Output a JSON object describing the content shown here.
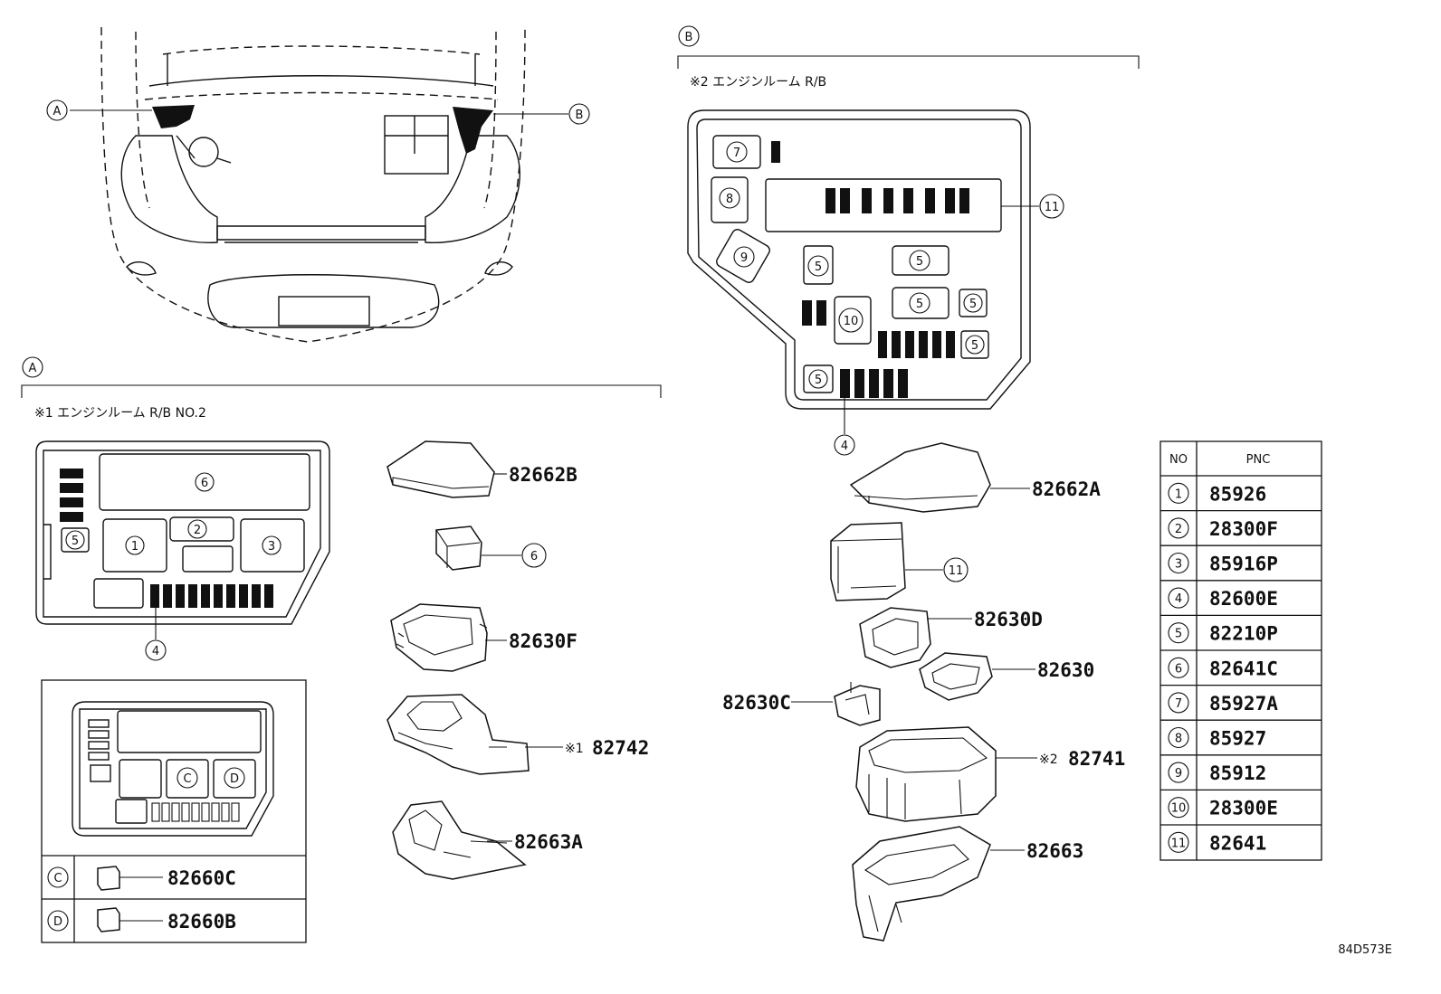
{
  "markers": {
    "A": "A",
    "B": "B",
    "C": "C",
    "D": "D"
  },
  "section_a": {
    "title": "※1 エンジンルーム R/B NO.2"
  },
  "section_b": {
    "title": "※2 エンジンルーム R/B"
  },
  "box_a_labels": {
    "n6": "6",
    "n5": "5",
    "n2": "2",
    "n1": "1",
    "n3": "3",
    "n4": "4"
  },
  "box_b_labels": {
    "n7": "7",
    "n8": "8",
    "n9": "9",
    "n5": "5",
    "n10": "10",
    "n11": "11",
    "n4": "4"
  },
  "parts_a": {
    "p82662B": "82662B",
    "c6": "6",
    "p82630F": "82630F",
    "mark1": "※1",
    "p82742": "82742",
    "p82663A": "82663A"
  },
  "parts_b": {
    "p82662A": "82662A",
    "c11": "11",
    "p82630D": "82630D",
    "p82630": "82630",
    "p82630C": "82630C",
    "mark2": "※2",
    "p82741": "82741",
    "p82663": "82663"
  },
  "cd_table": {
    "c_part": "82660C",
    "d_part": "82660B"
  },
  "pnc_table": {
    "headers": {
      "no": "NO",
      "pnc": "PNC"
    },
    "rows": [
      {
        "no": "1",
        "pnc": "85926"
      },
      {
        "no": "2",
        "pnc": "28300F"
      },
      {
        "no": "3",
        "pnc": "85916P"
      },
      {
        "no": "4",
        "pnc": "82600E"
      },
      {
        "no": "5",
        "pnc": "82210P"
      },
      {
        "no": "6",
        "pnc": "82641C"
      },
      {
        "no": "7",
        "pnc": "85927A"
      },
      {
        "no": "8",
        "pnc": "85927"
      },
      {
        "no": "9",
        "pnc": "85912"
      },
      {
        "no": "10",
        "pnc": "28300E"
      },
      {
        "no": "11",
        "pnc": "82641"
      }
    ]
  },
  "diagram_code": "84D573E"
}
